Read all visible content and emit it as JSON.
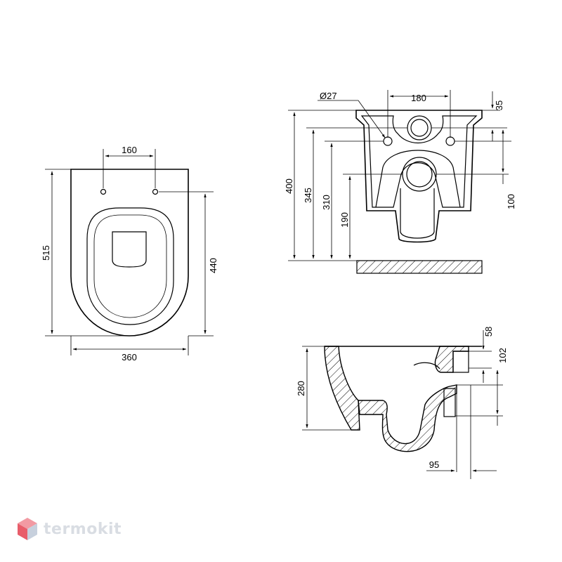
{
  "top_view": {
    "dim_width": "360",
    "dim_length": "515",
    "dim_holes": "160",
    "dim_hole_depth": "440"
  },
  "rear_view": {
    "dim_bolt_diameter": "Ø27",
    "dim_bolt_spacing": "180",
    "dim_top_offset": "35",
    "dim_total_height": "400",
    "dim_345": "345",
    "dim_310": "310",
    "dim_190": "190",
    "dim_100": "100"
  },
  "side_view": {
    "dim_height": "280",
    "dim_58": "58",
    "dim_102": "102",
    "dim_95": "95"
  },
  "brand": {
    "name": "termokit",
    "accent_color": "#e85d6a",
    "secondary_color": "#7a8da8"
  }
}
